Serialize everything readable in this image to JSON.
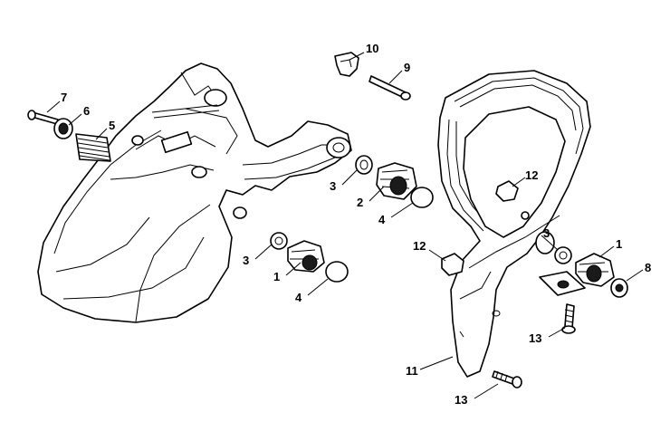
{
  "diagram": {
    "callouts": [
      {
        "id": "c7",
        "label": "7"
      },
      {
        "id": "c6",
        "label": "6"
      },
      {
        "id": "c5",
        "label": "5"
      },
      {
        "id": "c10",
        "label": "10"
      },
      {
        "id": "c9",
        "label": "9"
      },
      {
        "id": "c3a",
        "label": "3"
      },
      {
        "id": "c2",
        "label": "2"
      },
      {
        "id": "c4a",
        "label": "4"
      },
      {
        "id": "c12a",
        "label": "12"
      },
      {
        "id": "c3b",
        "label": "3"
      },
      {
        "id": "c1a",
        "label": "1"
      },
      {
        "id": "c4b",
        "label": "4"
      },
      {
        "id": "c12b",
        "label": "12"
      },
      {
        "id": "c3c",
        "label": "3"
      },
      {
        "id": "c1b",
        "label": "1"
      },
      {
        "id": "c8",
        "label": "8"
      },
      {
        "id": "c13a",
        "label": "13"
      },
      {
        "id": "c11",
        "label": "11"
      },
      {
        "id": "c13b",
        "label": "13"
      }
    ],
    "colors": {
      "line": "#000000",
      "background": "#ffffff"
    }
  }
}
